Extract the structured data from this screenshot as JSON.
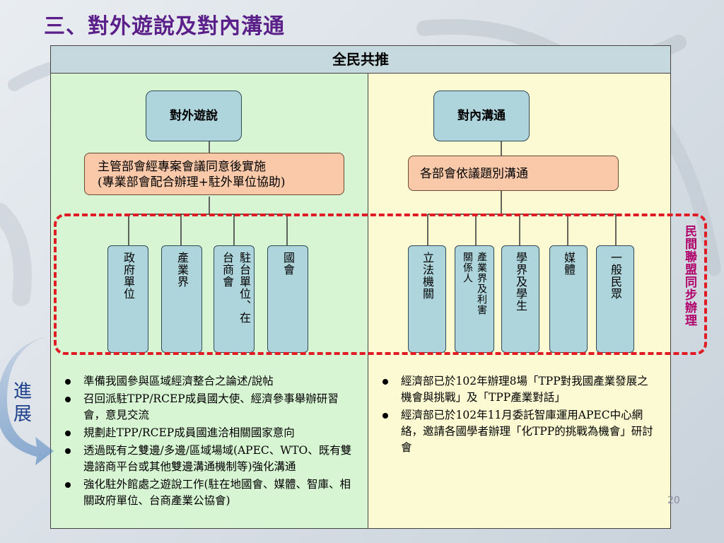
{
  "title": "三、對外遊說及對內溝通",
  "banner": "全民共推",
  "left": {
    "head": "對外遊說",
    "sub_line1": "主管部會經專案會議同意後實施",
    "sub_line2": "(專業部會配合辦理+駐外單位協助)",
    "boxes": [
      {
        "col1": "政府單位"
      },
      {
        "col1": "產業界"
      },
      {
        "col1": "台商會",
        "col2": "駐台單位、在"
      },
      {
        "col1": "國會"
      }
    ],
    "bullets": [
      "準備我國參與區域經濟整合之論述/說帖",
      "召回派駐TPP/RCEP成員國大使、經濟參事舉辦研習會，意見交流",
      "規劃赴TPP/RCEP成員國進洽相關國家意向",
      "透過既有之雙邊/多邊/區域場域(APEC、WTO、既有雙邊諮商平台或其他雙邊溝通機制等)強化溝通",
      "強化駐外館處之遊說工作(駐在地國會、媒體、智庫、相關政府單位、台商產業公協會)"
    ]
  },
  "right": {
    "head": "對內溝通",
    "sub": "各部會依議題別溝通",
    "boxes": [
      {
        "col1": "立法機關"
      },
      {
        "col1": "關係人",
        "col2": "產業界及利害"
      },
      {
        "col1": "學界及學生"
      },
      {
        "col1": "媒體"
      },
      {
        "col1": "一般民眾"
      }
    ],
    "bullets": [
      "經濟部已於102年辦理8場「TPP對我國產業發展之機會與挑戰」及「TPP產業對話」",
      "經濟部已於102年11月委託智庫運用APEC中心網絡，邀請各國學者辦理「化TPP的挑戰為機會」研討會"
    ]
  },
  "side_note": "民間聯盟同步辦理",
  "progress_label": "進展",
  "page_number": "20",
  "colors": {
    "title": "#5b1f8a",
    "left_panel": "#d8f5d3",
    "right_panel": "#fbfad2",
    "box": "#aed4dc",
    "sub_box": "#f9c9a9",
    "dash": "#e01b24",
    "side_note": "#b0006a"
  }
}
